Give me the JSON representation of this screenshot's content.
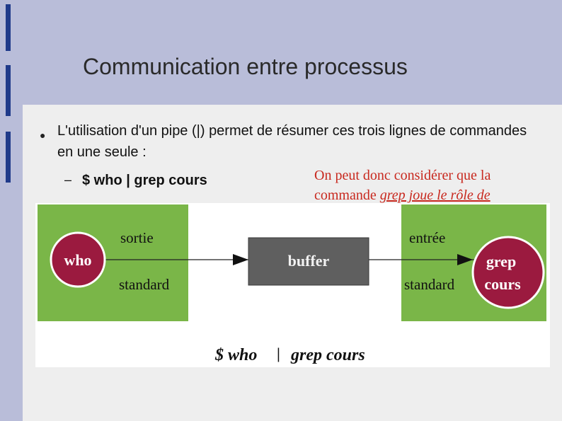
{
  "slide": {
    "title": "Communication entre processus",
    "bullet_symbol": "●",
    "main_text": "L'utilisation d'un pipe (|) permet de résumer ces trois lignes de commandes en une seule :",
    "sub_dash": "–",
    "command": "$ who | grep cours",
    "note_prefix": "On peut donc considérer que la commande ",
    "note_emph": "grep joue le rôle de"
  },
  "diagram": {
    "left_process": "who",
    "left_out_label_1": "sortie",
    "left_out_label_2": "standard",
    "buffer_label": "buffer",
    "right_in_label_1": "entrée",
    "right_in_label_2": "standard",
    "right_process_1": "grep",
    "right_process_2": "cours",
    "caption_cmd_1": "$ who",
    "caption_pipe": "|",
    "caption_cmd_2": "grep cours",
    "colors": {
      "green": "#7ab648",
      "process": "#9b1a3f",
      "buffer": "#5f5f5f"
    }
  }
}
